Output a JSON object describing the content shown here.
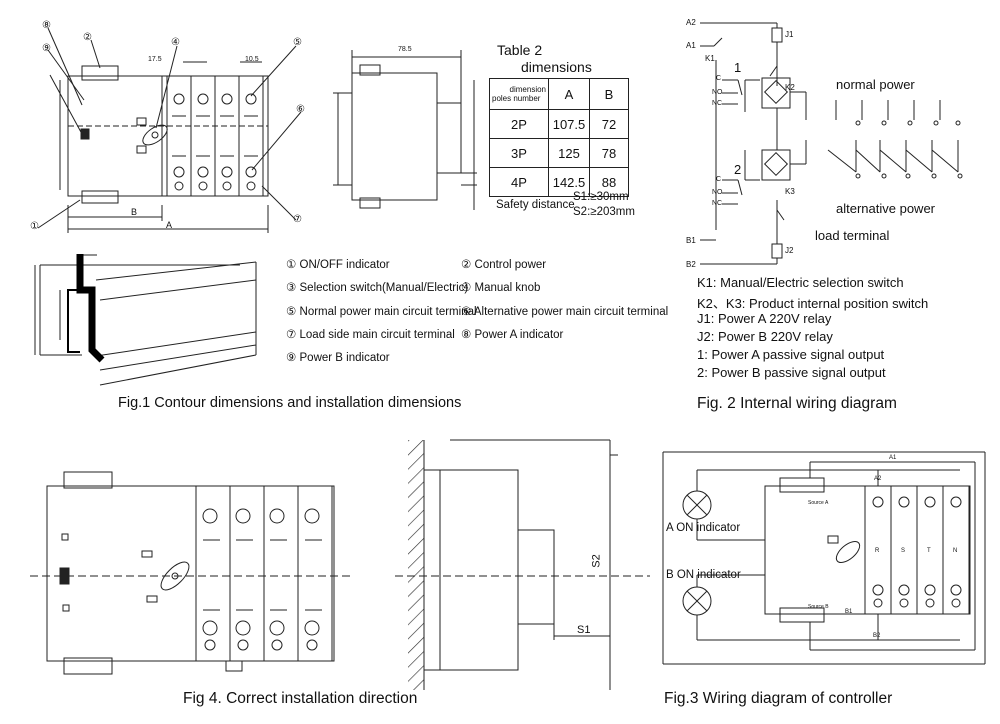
{
  "fig1": {
    "caption": "Fig.1  Contour dimensions and installation dimensions",
    "dims": {
      "a": "A",
      "b": "B",
      "d785": "78.5",
      "d175": "17.5",
      "d105": "10.5"
    },
    "legend": [
      {
        "num": "①",
        "text": "ON/OFF indicator"
      },
      {
        "num": "②",
        "text": "Control power"
      },
      {
        "num": "③",
        "text": "Selection switch(Manual/Electric)"
      },
      {
        "num": "④",
        "text": "Manual  knob"
      },
      {
        "num": "⑤",
        "text": "Normal power main circuit terminal"
      },
      {
        "num": "⑥",
        "text": "Alternative power main circuit terminal"
      },
      {
        "num": "⑦",
        "text": "Load side main circuit terminal"
      },
      {
        "num": "⑧",
        "text": "Power A indicator"
      },
      {
        "num": "⑨",
        "text": "Power B indicator"
      }
    ],
    "callouts": [
      "⑧",
      "②",
      "④",
      "⑤",
      "⑨",
      "⑥",
      "①",
      "⑦"
    ]
  },
  "table2": {
    "title": "Table 2",
    "subtitle": "dimensions",
    "corner_top": "dimension",
    "corner_bottom": "poles number",
    "headers": [
      "A",
      "B"
    ],
    "rows": [
      {
        "pole": "2P",
        "a": "107.5",
        "b": "72"
      },
      {
        "pole": "3P",
        "a": "125",
        "b": "78"
      },
      {
        "pole": "4P",
        "a": "142.5",
        "b": "88"
      }
    ],
    "safety_label": "Safety distance",
    "s1": "S1:≥30mm",
    "s2": "S2:≥203mm"
  },
  "fig2": {
    "caption": "Fig. 2  Internal wiring diagram",
    "labels": {
      "a2": "A2",
      "a1": "A1",
      "k1": "K1",
      "j1": "J1",
      "k2": "K2",
      "k3": "K3",
      "b1": "B1",
      "b2": "B2",
      "j2": "J2",
      "relay1": "1",
      "relay2": "2",
      "c": "C",
      "no": "NO",
      "nc": "NC"
    },
    "normal_power": "normal power",
    "alternative_power": "alternative power",
    "load_terminal": "load terminal",
    "notes": [
      "K1: Manual/Electric selection switch",
      "K2、K3: Product internal position switch",
      "J1: Power A 220V relay",
      "J2: Power B 220V relay",
      "1: Power A passive signal output",
      "2: Power B passive signal output"
    ]
  },
  "fig3": {
    "caption": "Fig.3 Wiring diagram of controller",
    "a_on": "A ON indicator",
    "b_on": "B ON indicator",
    "source_a": "Source A",
    "source_b": "Source B",
    "phases": [
      "R",
      "S",
      "T",
      "N"
    ],
    "a1": "A1",
    "a2": "A2",
    "b1": "B1",
    "b2": "B2"
  },
  "fig4": {
    "caption": "Fig 4. Correct installation direction",
    "s1": "S1",
    "s2": "S2"
  }
}
